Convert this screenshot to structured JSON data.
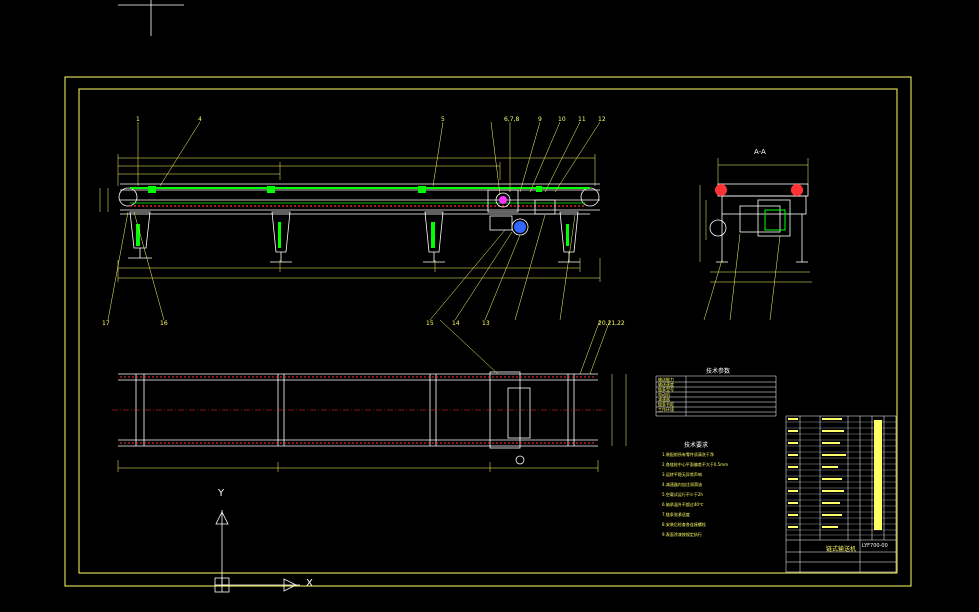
{
  "drawing": {
    "section_label": "A-A",
    "tech_params_title": "技术参数",
    "tech_notes_title": "技术要求",
    "drawing_title": "链式输送机",
    "drawing_number": "LYF700-00",
    "axis_y_label": "Y",
    "axis_x_label": "X",
    "balloon_labels_top": [
      "1",
      "4",
      "5",
      "6,7,8",
      "9",
      "10",
      "11",
      "12"
    ],
    "balloon_labels_bottom": [
      "17",
      "16",
      "15",
      "14",
      "13",
      "20,21,22"
    ],
    "tech_params_rows": [
      "输送能力",
      "输送速度",
      "链条型号",
      "电动机",
      "减速器",
      "链条节距",
      "工作环境"
    ],
    "tech_notes_lines": [
      "1.装配前所有零件须清洗干净",
      "2.各链轮中心平面偏差不大于0.5mm",
      "3.运转平稳无异常声响",
      "4.减速器内加注润滑油",
      "5.空载试运行不少于2h",
      "6.轴承温升不超过40℃",
      "7.链条张紧适度",
      "8.安装后检查各连接螺栓",
      "9.表面涂漆按规定执行"
    ],
    "colors": {
      "background": "#000000",
      "frame": "#ffff66",
      "line_white": "#ffffff",
      "line_green": "#00ff00",
      "line_red": "#ff3333",
      "line_blue": "#3366ff",
      "line_magenta": "#ff33ff"
    }
  }
}
